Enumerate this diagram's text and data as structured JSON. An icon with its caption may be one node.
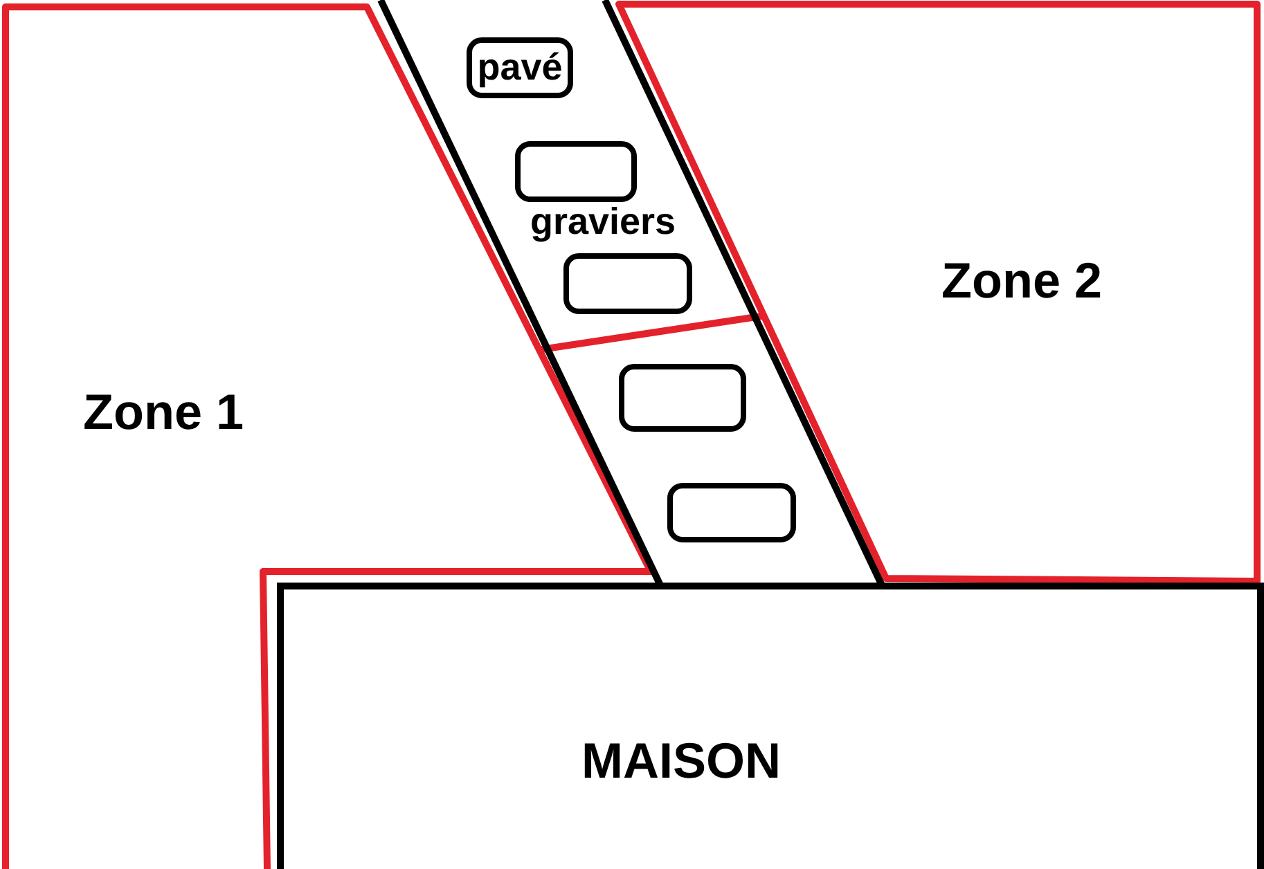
{
  "diagram": {
    "nodes": [
      {
        "text": [
          "Zone 1"
        ]
      },
      {
        "text": [
          "pavé"
        ]
      },
      {
        "text": [],
        "shape": "box"
      },
      {
        "text": [],
        "shape": "box"
      },
      {
        "text": [],
        "shape": "box"
      },
      {
        "text": [],
        "shape": "box"
      },
      {
        "text": [
          "Zone 2"
        ]
      },
      {
        "text": [
          "MAISON"
        ]
      }
    ],
    "labels": [
      "graviers"
    ]
  }
}
